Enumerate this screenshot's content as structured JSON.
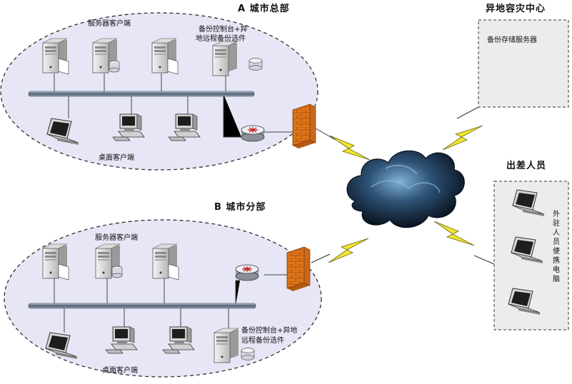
{
  "site_a": {
    "title": "A 城市总部",
    "server_clients_label": "服务器客户端",
    "backup_console_label": [
      "备份控制台+异",
      "地远程备份选件"
    ],
    "desktop_clients_label": "桌面客户端"
  },
  "site_b": {
    "title": "B 城市分部",
    "server_clients_label": "服务器客户端",
    "backup_console_label": [
      "备份控制台+异地",
      "远程备份选件"
    ],
    "desktop_clients_label": "桌面客户端"
  },
  "dr_center": {
    "title": "异地容灾中心",
    "server_label": "备份存储服务器"
  },
  "travel": {
    "title": "出差人员",
    "vertical_label": [
      "外",
      "驻",
      "人",
      "员",
      "便",
      "携",
      "电",
      "脑"
    ]
  },
  "colors": {
    "lan_ellipse_fill": "#e6e6f6",
    "bus": "#7a8a9a",
    "bolt": "#f2e62a",
    "cloud": "#2a4a6a",
    "firewall": "#e8861e"
  }
}
